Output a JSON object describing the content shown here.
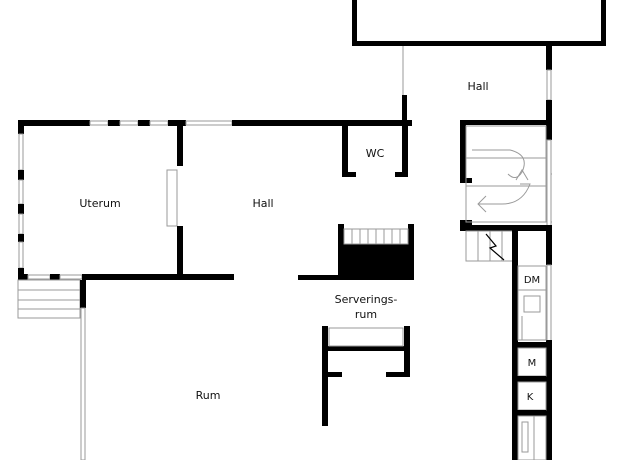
{
  "rooms": {
    "hall_top": "Hall",
    "wc": "WC",
    "uterum": "Uterum",
    "hall_main": "Hall",
    "serverings_line1": "Serverings-",
    "serverings_line2": "rum",
    "rum": "Rum",
    "dm": "DM",
    "m": "M",
    "k": "K"
  }
}
